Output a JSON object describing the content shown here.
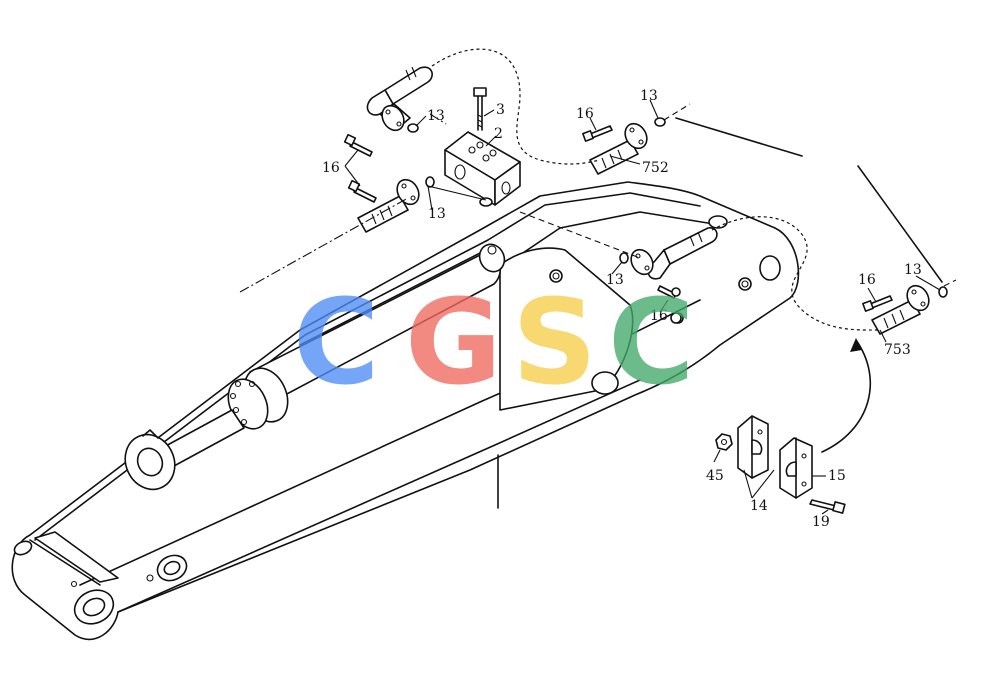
{
  "diagram": {
    "labels": {
      "p2": "2",
      "p3": "3",
      "p13a": "13",
      "p13b": "13",
      "p13c": "13",
      "p13d": "13",
      "p13e": "13",
      "p14": "14",
      "p15": "15",
      "p16a": "16",
      "p16b": "16",
      "p16c": "16",
      "p16d": "16",
      "p19": "19",
      "p45": "45",
      "p752": "752",
      "p753": "753"
    },
    "watermark": {
      "letters": [
        "C",
        "G",
        "S",
        "C"
      ],
      "colors": [
        "#4f8df5",
        "#ef6a5f",
        "#f7cf4a",
        "#43aa6b"
      ]
    }
  }
}
